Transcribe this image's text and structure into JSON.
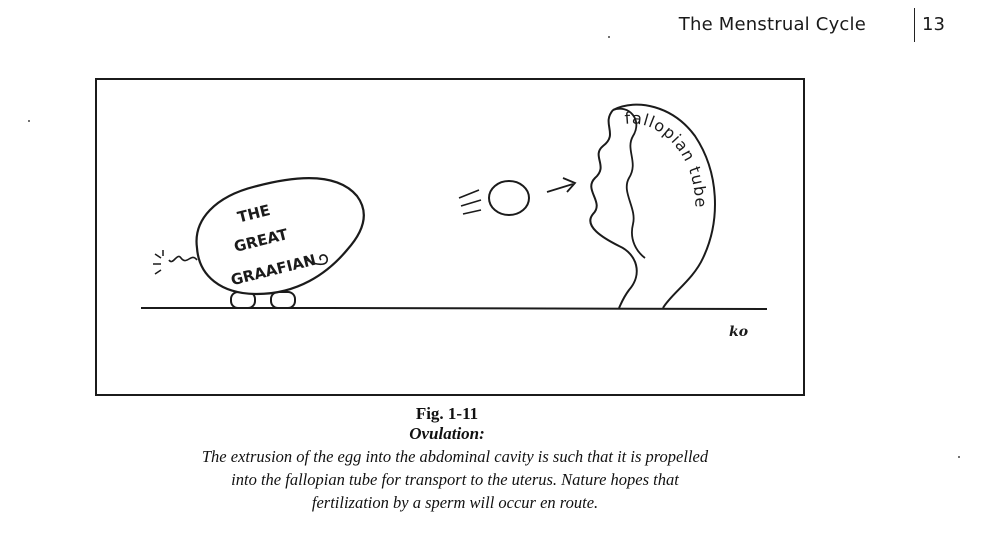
{
  "running_head": {
    "title": "The Menstrual Cycle",
    "page_number": "13"
  },
  "figure": {
    "follicle_text": [
      "THE",
      "GREAT",
      "GRAAFIAN"
    ],
    "tube_text": "fallopian tube",
    "artist_mark": "ko"
  },
  "caption": {
    "label": "Fig. 1-11",
    "title": "Ovulation:",
    "lines": [
      "The extrusion of the egg into the abdominal cavity is such that it is propelled",
      "into the fallopian tube for transport to the uterus.  Nature hopes that",
      "fertilization by a sperm will occur en route."
    ]
  }
}
